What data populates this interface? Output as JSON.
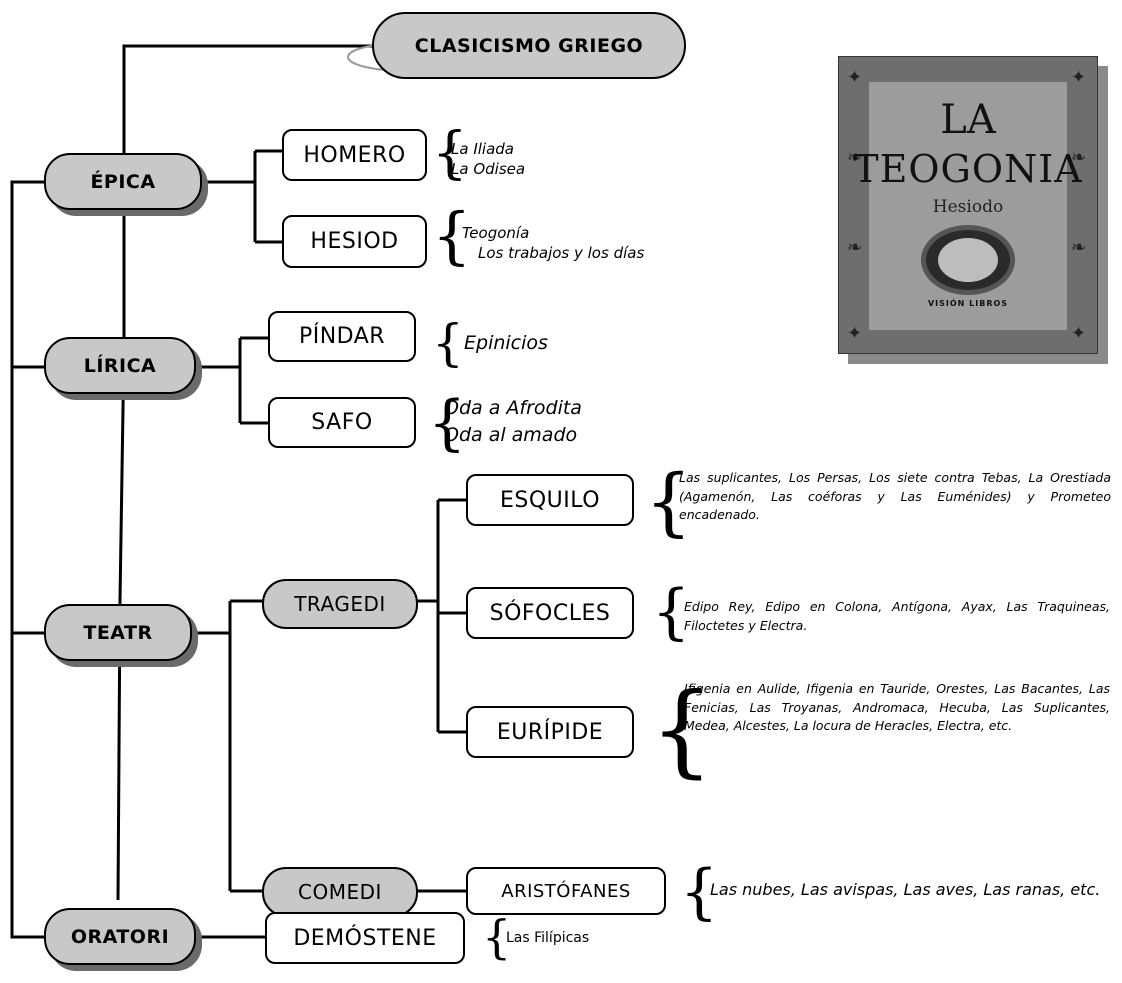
{
  "title": "CLASICISMO GRIEGO",
  "genres": {
    "epica": "ÉPICA",
    "lirica": "LÍRICA",
    "teatro": "TEATR",
    "oratoria": "ORATORI"
  },
  "authors": {
    "homero": "HOMERO",
    "hesiodo": "HESIOD",
    "pindaro": "PÍNDAR",
    "safo": "SAFO",
    "esquilo": "ESQUILO",
    "sofocles": "SÓFOCLES",
    "euripides": "EURÍPIDE",
    "aristofanes": "ARISTÓFANES",
    "demostenes": "DEMÓSTENE"
  },
  "subgenres": {
    "tragedia": "TRAGEDI",
    "comedia": "COMEDI"
  },
  "works": {
    "homero": [
      "La Iliada",
      "La Odisea"
    ],
    "hesiodo": [
      "Teogonía",
      "Los trabajos y los días"
    ],
    "pindaro": [
      "Epinicios"
    ],
    "safo": [
      "Oda a Afrodita",
      "Oda al amado"
    ],
    "esquilo": "Las suplicantes,  Los Persas, Los siete contra Tebas, La Orestiada (Agamenón, Las coéforas y Las Euménides) y Prometeo encadenado.",
    "sofocles": "Edipo Rey,      Edipo en Colona,      Antígona,     Ayax,     Las Traquineas, Filoctetes y Electra.",
    "euripides": "Ifigenia en Aulide,  Ifigenia en Tauride, Orestes, Las Bacantes, Las Fenicias, Las Troyanas, Andromaca, Hecuba, Las Suplicantes, Medea, Alcestes, La locura de Heracles, Electra, etc.",
    "aristofanes": "Las nubes, Las avispas, Las aves, Las ranas, etc.",
    "demostenes": "Las Filípicas"
  },
  "book_cover": {
    "line1": "LA",
    "line2": "TEOGONIA",
    "author": "Hesiodo",
    "publisher": "VISIÓN LIBROS"
  }
}
